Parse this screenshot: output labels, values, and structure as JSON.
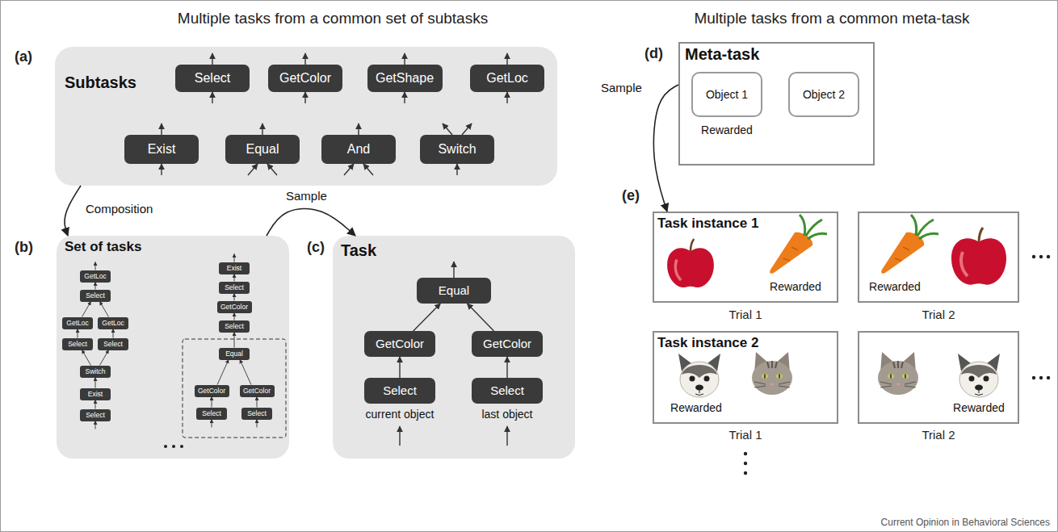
{
  "diagram": {
    "nodes": [
      {
        "text": [
          "Subtasks"
        ]
      },
      {
        "text": [
          "Select"
        ],
        "in": 0
      },
      {
        "text": [
          "GetColor"
        ],
        "in": 0
      },
      {
        "text": [
          "GetShape"
        ],
        "in": 0
      },
      {
        "text": [
          "GetLoc"
        ],
        "in": 0
      },
      {
        "text": [
          "Exist"
        ],
        "in": 0
      },
      {
        "text": [
          "Equal"
        ],
        "in": 0
      },
      {
        "text": [
          "And"
        ],
        "in": 0
      },
      {
        "text": [
          "Switch"
        ],
        "in": 0
      },
      {
        "text": [
          "Set of tasks"
        ]
      },
      {
        "text": [
          "GetLoc"
        ],
        "in": 9
      },
      {
        "text": [
          "Select"
        ],
        "in": 9
      },
      {
        "text": [
          "GetLoc"
        ],
        "in": 9
      },
      {
        "text": [
          "GetLoc"
        ],
        "in": 9
      },
      {
        "text": [
          "Select"
        ],
        "in": 9
      },
      {
        "text": [
          "Select"
        ],
        "in": 9
      },
      {
        "text": [
          "Switch"
        ],
        "in": 9
      },
      {
        "text": [
          "Exist"
        ],
        "in": 9
      },
      {
        "text": [
          "Select"
        ],
        "in": 9
      },
      {
        "text": [
          "Exist"
        ],
        "in": 9
      },
      {
        "text": [
          "Select"
        ],
        "in": 9
      },
      {
        "text": [
          "GetColor"
        ],
        "in": 9
      },
      {
        "text": [
          "Select"
        ],
        "in": 9
      },
      {
        "text": [
          "Equal"
        ],
        "in": 9
      },
      {
        "text": [
          "GetColor"
        ],
        "in": 9
      },
      {
        "text": [
          "GetColor"
        ],
        "in": 9
      },
      {
        "text": [
          "Select"
        ],
        "in": 9
      },
      {
        "text": [
          "Select"
        ],
        "in": 9
      },
      {
        "text": [
          "Task",
          "current object",
          "last object"
        ]
      },
      {
        "text": [
          "Equal"
        ],
        "in": 28
      },
      {
        "text": [
          "GetColor"
        ],
        "in": 28
      },
      {
        "text": [
          "GetColor"
        ],
        "in": 28
      },
      {
        "text": [
          "Select"
        ],
        "in": 28
      },
      {
        "text": [
          "Select"
        ],
        "in": 28
      },
      {
        "text": [
          "Meta-task",
          "Rewarded"
        ]
      },
      {
        "text": [
          "Object 1"
        ],
        "in": 34
      },
      {
        "text": [
          "Object 2"
        ],
        "in": 34
      },
      {
        "text": [
          "Task instance 1",
          "Rewarded"
        ]
      },
      {
        "text": [
          "Rewarded"
        ]
      },
      {
        "text": [
          "Task instance 2",
          "Rewarded"
        ]
      },
      {
        "text": [
          "Rewarded"
        ]
      }
    ],
    "edges": [
      {
        "from": 0,
        "to": 9,
        "label": "Composition",
        "arrow": "to"
      },
      {
        "from": 9,
        "to": 28,
        "label": "Sample",
        "arrow": "to"
      },
      {
        "from": 11,
        "to": 10,
        "arrow": "to"
      },
      {
        "from": 12,
        "to": 11,
        "arrow": "to"
      },
      {
        "from": 13,
        "to": 11,
        "arrow": "to"
      },
      {
        "from": 14,
        "to": 12,
        "arrow": "to"
      },
      {
        "from": 15,
        "to": 13,
        "arrow": "to"
      },
      {
        "from": 16,
        "to": 14,
        "arrow": "to"
      },
      {
        "from": 16,
        "to": 15,
        "arrow": "to"
      },
      {
        "from": 17,
        "to": 16,
        "arrow": "to"
      },
      {
        "from": 18,
        "to": 17,
        "arrow": "to"
      },
      {
        "from": 20,
        "to": 19,
        "arrow": "to"
      },
      {
        "from": 21,
        "to": 20,
        "arrow": "to"
      },
      {
        "from": 22,
        "to": 21,
        "arrow": "to"
      },
      {
        "from": 23,
        "to": 22,
        "arrow": "to"
      },
      {
        "from": 24,
        "to": 23,
        "arrow": "to"
      },
      {
        "from": 25,
        "to": 23,
        "arrow": "to"
      },
      {
        "from": 26,
        "to": 24,
        "arrow": "to"
      },
      {
        "from": 27,
        "to": 25,
        "arrow": "to"
      },
      {
        "from": 30,
        "to": 29,
        "arrow": "to"
      },
      {
        "from": 31,
        "to": 29,
        "arrow": "to"
      },
      {
        "from": 32,
        "to": 30,
        "arrow": "to"
      },
      {
        "from": 33,
        "to": 31,
        "arrow": "to"
      },
      {
        "from": 34,
        "to": 37,
        "label": "Sample",
        "arrow": "to"
      }
    ],
    "labels": [
      "Multiple tasks from a common set of subtasks",
      "Multiple tasks from a common meta-task",
      "(a)",
      "(b)",
      "(c)",
      "(d)",
      "(e)",
      "Trial 1",
      "Trial 2",
      "Trial 1",
      "Trial 2",
      "Current Opinion in Behavioral Sciences"
    ]
  }
}
